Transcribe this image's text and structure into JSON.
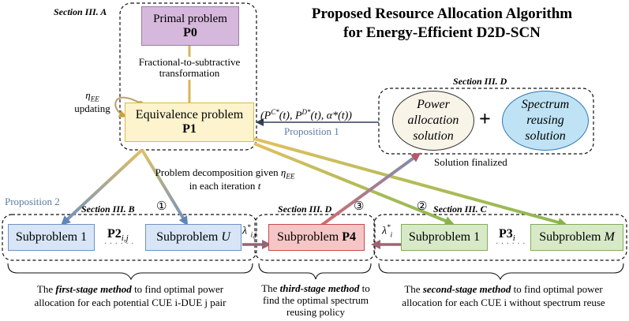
{
  "title": {
    "line1": "Proposed Resource Allocation Algorithm",
    "line2": "for Energy-Efficient D2D-SCN"
  },
  "sections": {
    "a": "Section III. A",
    "b": "Section III. B",
    "c": "Section III. C",
    "d_top": "Section III. D",
    "d_mid": "Section III. D"
  },
  "primal": {
    "label": "Primal problem",
    "id": "P0"
  },
  "equivalence": {
    "label": "Equivalence problem",
    "id": "P1"
  },
  "transform_label": {
    "line1": "Fractional-to-subtractive",
    "line2": "transformation"
  },
  "eta": {
    "symbol": "η",
    "sub": "EE",
    "updating": "updating"
  },
  "solution": {
    "power": [
      "Power",
      "allocation",
      "solution"
    ],
    "plus": "+",
    "spectrum": [
      "Spectrum",
      "reusing",
      "solution"
    ],
    "finalized": "Solution finalized"
  },
  "optimal_vars": "(P^{C*}(t), P^{D*}(t), α*(t))",
  "optimal_vars_parts": {
    "open": "(",
    "p": "P",
    "c_sup": "C*",
    "t1": "(t), ",
    "d_sup": "D*",
    "t2": "(t), α*(t))"
  },
  "proposition1": "Proposition 1",
  "proposition2": "Proposition 2",
  "decomposition": {
    "line1_a": "Problem decomposition given ",
    "line2_a": "in each iteration ",
    "line2_t": "t"
  },
  "markers": {
    "one": "①",
    "two": "②",
    "three": "③"
  },
  "stage1": {
    "sub1": "Subproblem 1",
    "subU_prefix": "Subproblem ",
    "subU_var": "U",
    "p2": "P2",
    "p2_sub": "i,j",
    "dots": "· · · · · ·"
  },
  "stage3": {
    "prefix": "Subproblem ",
    "id": "P4"
  },
  "stage2": {
    "sub1": "Subproblem 1",
    "subM_prefix": "Subproblem ",
    "subM_var": "M",
    "p3": "P3",
    "p3_sub": "i",
    "dots": "· · · · · ·"
  },
  "lambda_ij": {
    "symbol": "λ",
    "sup": "*",
    "sub": "i,j"
  },
  "lambda_i": {
    "symbol": "λ",
    "sup": "*",
    "sub": "i"
  },
  "desc1": {
    "pre": "The ",
    "em": "first-stage method",
    "post": " to find optimal power",
    "line2": "allocation for each potential CUE i-DUE j pair"
  },
  "desc3": {
    "pre": "The ",
    "em": "third-stage method",
    "post": " to",
    "line2": "find the optimal spectrum",
    "line3": "reusing policy"
  },
  "desc2": {
    "pre": "The ",
    "em": "second-stage method",
    "post": " to find optimal power",
    "line2": "allocation for each CUE i without spectrum reuse"
  },
  "colors": {
    "primal_fill": "#d6b8dc",
    "primal_border": "#9f7aa8",
    "eq_fill": "#fdf3cc",
    "eq_border": "#e2b64a",
    "blue_fill": "#d7e5f6",
    "blue_border": "#6e93c5",
    "red_fill": "#f6c6c6",
    "red_border": "#c84b4b",
    "green_fill": "#d8e9c8",
    "green_border": "#7fae5a",
    "power_fill": "#f8f5e8",
    "spectrum_fill": "#bfe3f5",
    "spectrum_border": "#2f79b5",
    "gold_arrow": "#d8b55a",
    "green_arrow": "#9bbf5b",
    "red_arrow": "#c46b72",
    "blue_arrow": "#6f8fb8",
    "mauve_arrow": "#9b6e7f",
    "proposition": "#5b7ba1"
  }
}
